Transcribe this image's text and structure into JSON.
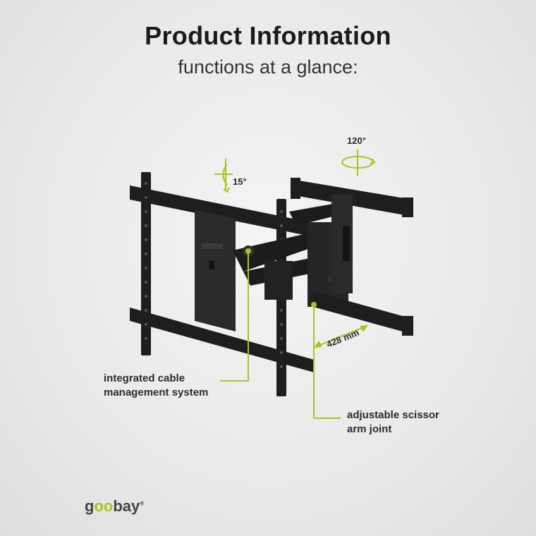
{
  "header": {
    "title": "Product Information",
    "subtitle": "functions at a glance:"
  },
  "annotations": {
    "tilt": "15°",
    "swivel": "120°",
    "extension": "428 mm",
    "cable_line1": "integrated cable",
    "cable_line2": "management system",
    "joint_line1": "adjustable scissor",
    "joint_line2": "arm joint"
  },
  "brand": {
    "prefix": "g",
    "oo": "oo",
    "suffix": "bay",
    "mark": "®"
  },
  "colors": {
    "accent": "#a7c520",
    "mount": "#1e1e1e",
    "text": "#1b1b1b"
  }
}
